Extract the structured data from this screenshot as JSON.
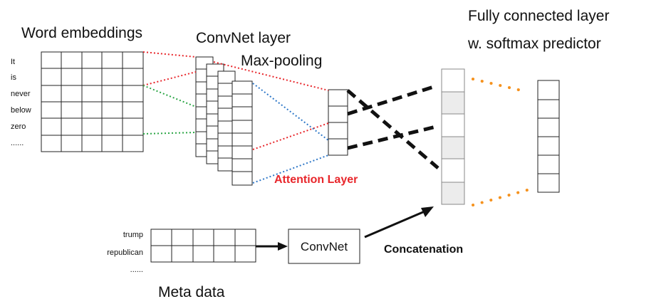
{
  "titles": {
    "word_embeddings": "Word embeddings",
    "convnet_layer": "ConvNet layer",
    "max_pooling": "Max-pooling",
    "fc_line1": "Fully connected layer",
    "fc_line2": "w. softmax predictor",
    "attention_layer": "Attention Layer",
    "meta_data": "Meta data",
    "convnet_box": "ConvNet",
    "concatenation": "Concatenation"
  },
  "words": [
    "It",
    "is",
    "never",
    "below",
    "zero",
    "......"
  ],
  "meta_words": [
    "trump",
    "republican",
    "......"
  ],
  "colors": {
    "red_dotted": "#e8262b",
    "green_dotted": "#2ca646",
    "blue_dotted": "#2f78c8",
    "orange_dots": "#f5921e",
    "attention_label": "#e8262b",
    "shaded_cell": "#ececec"
  }
}
